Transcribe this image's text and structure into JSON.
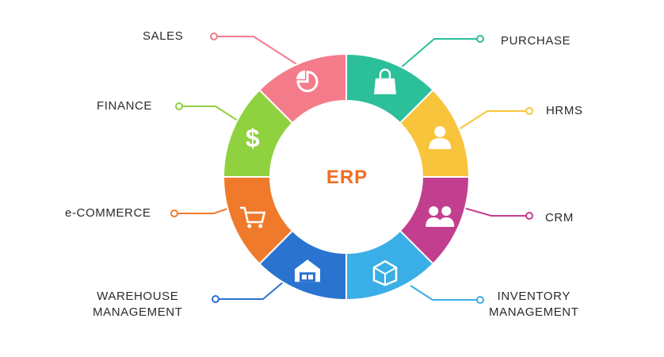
{
  "center": {
    "title": "ERP",
    "color": "#f26d21"
  },
  "modules": [
    {
      "id": "sales",
      "lines": [
        "SALES"
      ],
      "color": "#f47b8a",
      "icon": "pie-chart-icon",
      "side": "left"
    },
    {
      "id": "purchase",
      "lines": [
        "PURCHASE"
      ],
      "color": "#2bbf9a",
      "icon": "shopping-bag-icon",
      "side": "right"
    },
    {
      "id": "hrms",
      "lines": [
        "HRMS"
      ],
      "color": "#f7c43c",
      "icon": "person-icon",
      "side": "right"
    },
    {
      "id": "crm",
      "lines": [
        "CRM"
      ],
      "color": "#c23f8f",
      "icon": "people-icon",
      "side": "right"
    },
    {
      "id": "inventory",
      "lines": [
        "INVENTORY",
        "MANAGEMENT"
      ],
      "color": "#3aaee6",
      "icon": "box-icon",
      "side": "right"
    },
    {
      "id": "warehouse",
      "lines": [
        "WAREHOUSE",
        "MANAGEMENT"
      ],
      "color": "#2a74d0",
      "icon": "warehouse-icon",
      "side": "left"
    },
    {
      "id": "ecommerce",
      "lines": [
        "e-COMMERCE"
      ],
      "color": "#f07a2b",
      "icon": "shopping-cart-icon",
      "side": "left"
    },
    {
      "id": "finance",
      "lines": [
        "FINANCE"
      ],
      "color": "#8fd13f",
      "icon": "dollar-icon",
      "side": "left"
    }
  ]
}
